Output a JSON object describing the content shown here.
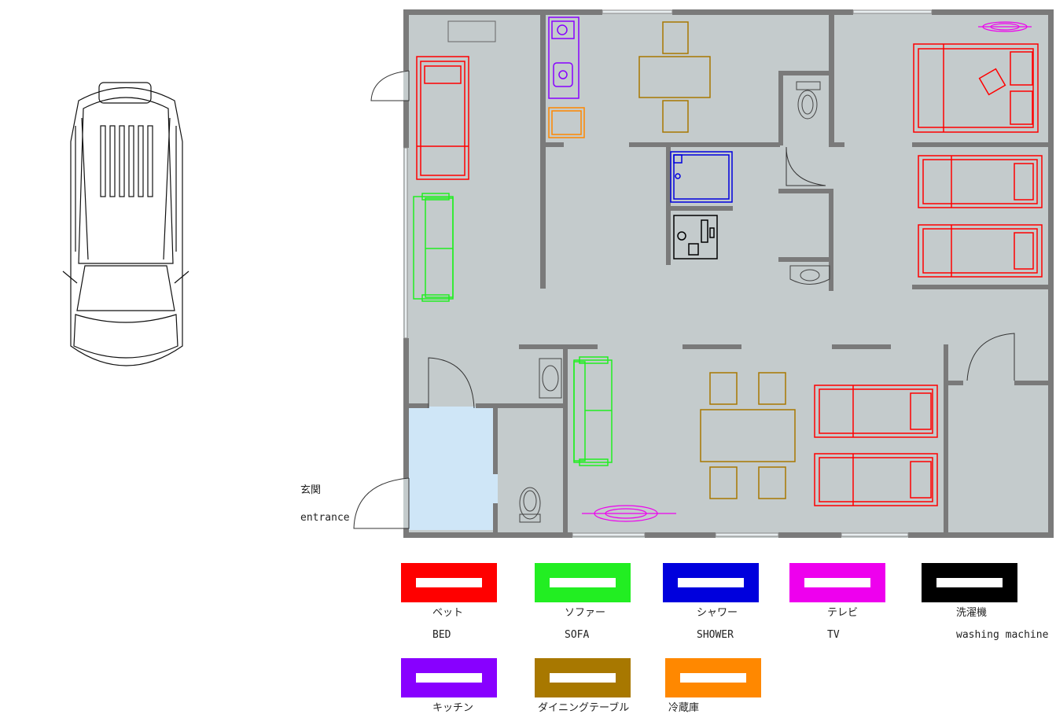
{
  "entrance": {
    "jp": "玄関",
    "en": "entrance"
  },
  "colors": {
    "wall": "#7a7a7a",
    "floor": "#c4cbcc",
    "genkan_floor": "#cfe6f7",
    "bed": "#ff0000",
    "sofa": "#22ee22",
    "shower": "#0000dd",
    "tv": "#ee00ee",
    "washer": "#000000",
    "kitchen": "#8800ff",
    "dining": "#a87800",
    "fridge": "#ff8800"
  },
  "legend": [
    {
      "jp": "ベット",
      "en": "BED",
      "color": "#ff0000"
    },
    {
      "jp": "ソファー",
      "en": "SOFA",
      "color": "#22ee22"
    },
    {
      "jp": "シャワー",
      "en": "SHOWER",
      "color": "#0000dd"
    },
    {
      "jp": "テレビ",
      "en": "TV",
      "color": "#ee00ee"
    },
    {
      "jp": "洗濯機",
      "en": "washing machine",
      "color": "#000000"
    },
    {
      "jp": "キッチン",
      "en": "",
      "color": "#8800ff"
    },
    {
      "jp": "ダイニングテーブル",
      "en": "",
      "color": "#a87800"
    },
    {
      "jp": "冷蔵庫",
      "en": "",
      "color": "#ff8800"
    }
  ]
}
